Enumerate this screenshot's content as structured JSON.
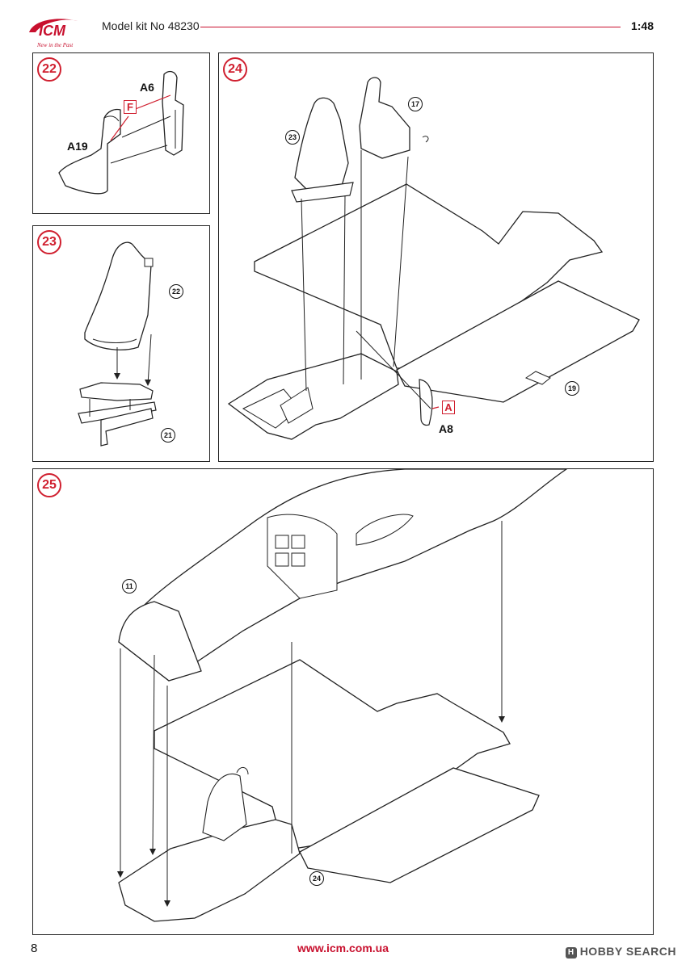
{
  "header": {
    "brand": "ICM",
    "tagline": "New in the Past",
    "model_title": "Model kit No 48230",
    "scale": "1:48"
  },
  "steps": [
    {
      "number": "22",
      "parts": [
        "A6",
        "A19"
      ],
      "paint_ref": "F"
    },
    {
      "number": "23",
      "refs": [
        "22",
        "21"
      ]
    },
    {
      "number": "24",
      "refs": [
        "23",
        "17",
        "19"
      ],
      "parts": [
        "A8"
      ],
      "paint_ref": "A"
    },
    {
      "number": "25",
      "refs": [
        "11",
        "24"
      ]
    }
  ],
  "footer": {
    "page_number": "8",
    "url": "www.icm.com.ua",
    "watermark": "HOBBY SEARCH"
  },
  "colors": {
    "accent_red": "#d01f2f",
    "line": "#222222"
  }
}
